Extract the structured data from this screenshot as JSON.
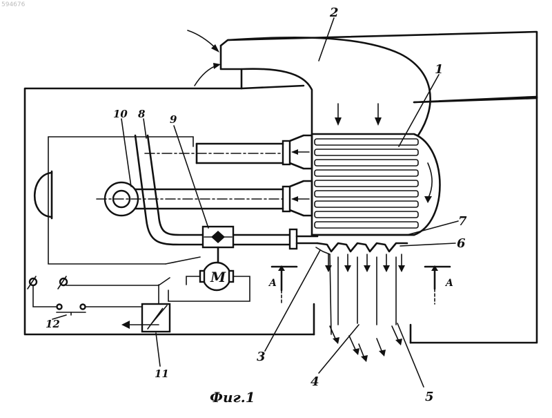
{
  "corner_code": "594676",
  "caption": "Фиг.1",
  "labels": {
    "n1": "1",
    "n2": "2",
    "n3": "3",
    "n4": "4",
    "n5": "5",
    "n6": "6",
    "n7": "7",
    "n8": "8",
    "n9": "9",
    "n10": "10",
    "n11": "11",
    "n12": "12",
    "motor": "M",
    "section_left": "A",
    "section_right": "A"
  }
}
